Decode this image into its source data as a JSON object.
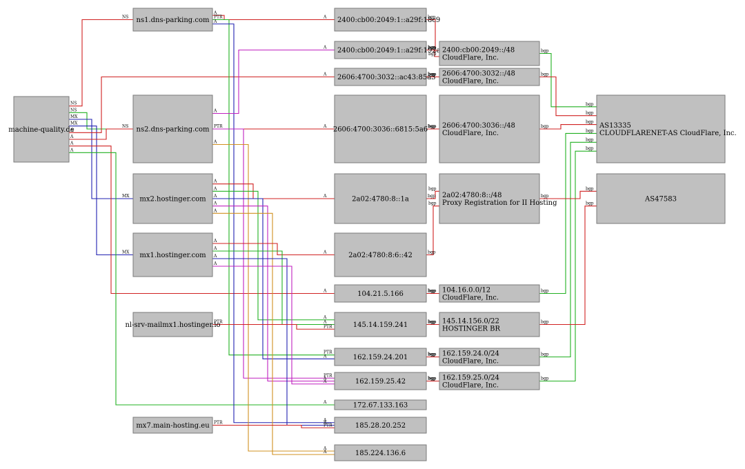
{
  "colors": {
    "red": "#d02020",
    "green": "#20b020",
    "blue": "#2020b0",
    "magenta": "#c020c0",
    "orange": "#d09020"
  },
  "nodes": [
    {
      "id": "mq",
      "lines": [
        "machine-quality.de"
      ]
    },
    {
      "id": "ns1",
      "lines": [
        "ns1.dns-parking.com"
      ]
    },
    {
      "id": "ns2",
      "lines": [
        "ns2.dns-parking.com"
      ]
    },
    {
      "id": "mx2",
      "lines": [
        "mx2.hostinger.com"
      ]
    },
    {
      "id": "mx1",
      "lines": [
        "mx1.hostinger.com"
      ]
    },
    {
      "id": "nlsrv",
      "lines": [
        "nl-srv-mailmx1.hostinger.io"
      ]
    },
    {
      "id": "mx7",
      "lines": [
        "mx7.main-hosting.eu"
      ]
    },
    {
      "id": "ip6a",
      "lines": [
        "2400:cb00:2049:1::a29f:18c9"
      ]
    },
    {
      "id": "ip6b",
      "lines": [
        "2400:cb00:2049:1::a29f:192a"
      ]
    },
    {
      "id": "ip6c",
      "lines": [
        "2606:4700:3032::ac43:85a3"
      ]
    },
    {
      "id": "ip6d",
      "lines": [
        "2606:4700:3036::6815:5a6"
      ]
    },
    {
      "id": "ip6e",
      "lines": [
        "2a02:4780:8::1a"
      ]
    },
    {
      "id": "ip6f",
      "lines": [
        "2a02:4780:8:6::42"
      ]
    },
    {
      "id": "ip4a",
      "lines": [
        "104.21.5.166"
      ]
    },
    {
      "id": "ip4b",
      "lines": [
        "145.14.159.241"
      ]
    },
    {
      "id": "ip4c",
      "lines": [
        "162.159.24.201"
      ]
    },
    {
      "id": "ip4d",
      "lines": [
        "162.159.25.42"
      ]
    },
    {
      "id": "ip4e",
      "lines": [
        "172.67.133.163"
      ]
    },
    {
      "id": "ip4f",
      "lines": [
        "185.28.20.252"
      ]
    },
    {
      "id": "ip4g",
      "lines": [
        "185.224.136.6"
      ]
    },
    {
      "id": "pfx1",
      "lines": [
        "2400:cb00:2049::/48",
        "CloudFlare, Inc."
      ]
    },
    {
      "id": "pfx2",
      "lines": [
        "2606:4700:3032::/48",
        "CloudFlare, Inc."
      ]
    },
    {
      "id": "pfx3",
      "lines": [
        "2606:4700:3036::/48",
        "CloudFlare, Inc."
      ]
    },
    {
      "id": "pfx4",
      "lines": [
        "2a02:4780:8::/48",
        "Proxy Registration for II Hosting"
      ]
    },
    {
      "id": "pfx5",
      "lines": [
        "104.16.0.0/12",
        "CloudFlare, Inc."
      ]
    },
    {
      "id": "pfx6",
      "lines": [
        "145.14.156.0/22",
        "HOSTINGER BR"
      ]
    },
    {
      "id": "pfx7",
      "lines": [
        "162.159.24.0/24",
        "CloudFlare, Inc."
      ]
    },
    {
      "id": "pfx8",
      "lines": [
        "162.159.25.0/24",
        "CloudFlare, Inc."
      ]
    },
    {
      "id": "as1",
      "lines": [
        "AS13335",
        "CLOUDFLARENET-AS CloudFlare, Inc."
      ]
    },
    {
      "id": "as2",
      "lines": [
        "AS47583"
      ]
    }
  ],
  "edges": [
    {
      "from": "mq",
      "to": "ns1",
      "label": "NS",
      "color": "red"
    },
    {
      "from": "mq",
      "to": "ns2",
      "label": "NS",
      "color": "green"
    },
    {
      "from": "mq",
      "to": "mx2",
      "label": "MX",
      "color": "blue"
    },
    {
      "from": "mq",
      "to": "mx1",
      "label": "MX",
      "color": "blue"
    },
    {
      "from": "mq",
      "to": "ip6c",
      "label": "A",
      "color": "red"
    },
    {
      "from": "mq",
      "to": "ip6d",
      "label": "A",
      "color": "red"
    },
    {
      "from": "mq",
      "to": "ip4a",
      "label": "A",
      "color": "red"
    },
    {
      "from": "mq",
      "to": "ip4e",
      "label": "A",
      "color": "green"
    },
    {
      "from": "ns1",
      "to": "ip6a",
      "label": "A",
      "color": "red"
    },
    {
      "from": "ns1",
      "to": "ip4c",
      "label": "PTR",
      "color": "green"
    },
    {
      "from": "ns1",
      "to": "ip4f",
      "label": "A",
      "color": "blue"
    },
    {
      "from": "ns2",
      "to": "ip6b",
      "label": "A",
      "color": "magenta"
    },
    {
      "from": "ns2",
      "to": "ip4d",
      "label": "PTR",
      "color": "magenta"
    },
    {
      "from": "ns2",
      "to": "ip4g",
      "label": "A",
      "color": "orange"
    },
    {
      "from": "mx2",
      "to": "ip6e",
      "label": "A",
      "color": "red"
    },
    {
      "from": "mx2",
      "to": "ip4b",
      "label": "A",
      "color": "green"
    },
    {
      "from": "mx2",
      "to": "ip4c",
      "label": "A",
      "color": "blue"
    },
    {
      "from": "mx2",
      "to": "ip4d",
      "label": "A",
      "color": "magenta"
    },
    {
      "from": "mx2",
      "to": "ip4g",
      "label": "A",
      "color": "orange"
    },
    {
      "from": "mx1",
      "to": "ip6f",
      "label": "A",
      "color": "red"
    },
    {
      "from": "mx1",
      "to": "ip4b",
      "label": "A",
      "color": "green"
    },
    {
      "from": "mx1",
      "to": "ip4f",
      "label": "A",
      "color": "blue"
    },
    {
      "from": "mx1",
      "to": "ip4d",
      "label": "A",
      "color": "magenta"
    },
    {
      "from": "nlsrv",
      "to": "ip4b",
      "label": "PTR",
      "color": "red"
    },
    {
      "from": "mx7",
      "to": "ip4f",
      "label": "PTR",
      "color": "red"
    },
    {
      "from": "ip6a",
      "to": "pfx1",
      "label": "bgp",
      "color": "red"
    },
    {
      "from": "ip6b",
      "to": "pfx1",
      "label": "bgp",
      "color": "red"
    },
    {
      "from": "ip6c",
      "to": "pfx2",
      "label": "bgp",
      "color": "red"
    },
    {
      "from": "ip6d",
      "to": "pfx3",
      "label": "bgp",
      "color": "red"
    },
    {
      "from": "ip6e",
      "to": "pfx4",
      "label": "bgp",
      "color": "red"
    },
    {
      "from": "ip6f",
      "to": "pfx4",
      "label": "bgp",
      "color": "red"
    },
    {
      "from": "ip4a",
      "to": "pfx5",
      "label": "bgp",
      "color": "red"
    },
    {
      "from": "ip4b",
      "to": "pfx6",
      "label": "bgp",
      "color": "red"
    },
    {
      "from": "ip4c",
      "to": "pfx7",
      "label": "bgp",
      "color": "red"
    },
    {
      "from": "ip4d",
      "to": "pfx8",
      "label": "bgp",
      "color": "red"
    },
    {
      "from": "pfx1",
      "to": "as1",
      "label": "bgp",
      "color": "green"
    },
    {
      "from": "pfx2",
      "to": "as1",
      "label": "bgp",
      "color": "red"
    },
    {
      "from": "pfx3",
      "to": "as1",
      "label": "bgp",
      "color": "red"
    },
    {
      "from": "pfx5",
      "to": "as1",
      "label": "bgp",
      "color": "green"
    },
    {
      "from": "pfx7",
      "to": "as1",
      "label": "bgp",
      "color": "green"
    },
    {
      "from": "pfx8",
      "to": "as1",
      "label": "bgp",
      "color": "green"
    },
    {
      "from": "pfx4",
      "to": "as2",
      "label": "bgp",
      "color": "red"
    },
    {
      "from": "pfx6",
      "to": "as2",
      "label": "bgp",
      "color": "red"
    }
  ]
}
